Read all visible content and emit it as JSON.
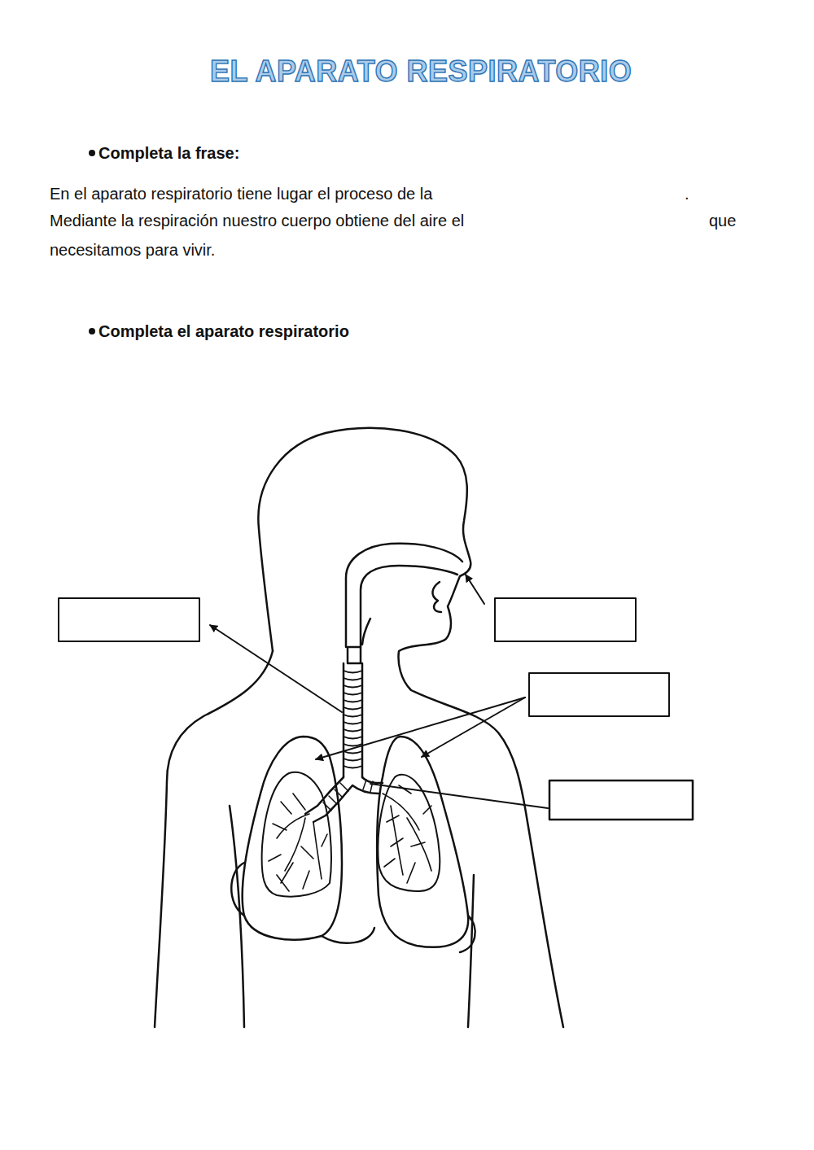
{
  "diagram": {
    "title": "EL APARATO RESPIRATORIO",
    "labels": [
      "Completa la frase:",
      "En el aparato respiratorio tiene lugar el proceso de la",
      ".",
      "Mediante la respiración nuestro cuerpo obtiene del aire el",
      "que",
      "necesitamos para vivir.",
      "Completa el aparato respiratorio"
    ]
  }
}
